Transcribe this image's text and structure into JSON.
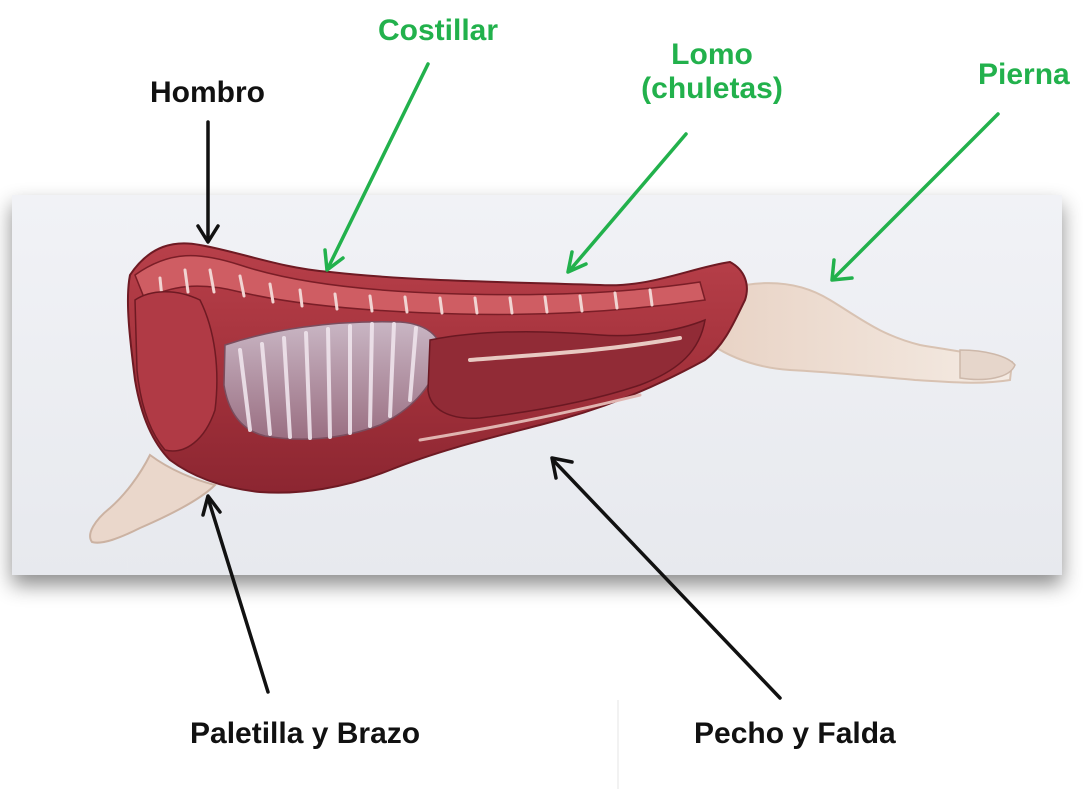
{
  "labels": {
    "hombro": "Hombro",
    "costillar": "Costillar",
    "lomo_line1": "Lomo",
    "lomo_line2": "(chuletas)",
    "pierna": "Pierna",
    "paletilla": "Paletilla y Brazo",
    "pecho": "Pecho y Falda"
  },
  "colors": {
    "green_label": "#22b14c",
    "black_label": "#111111",
    "photo_background": "#eef0f4",
    "meat_red": "#a8333d",
    "meat_dark": "#7a1e27",
    "fat_cream": "#eee0d4"
  }
}
